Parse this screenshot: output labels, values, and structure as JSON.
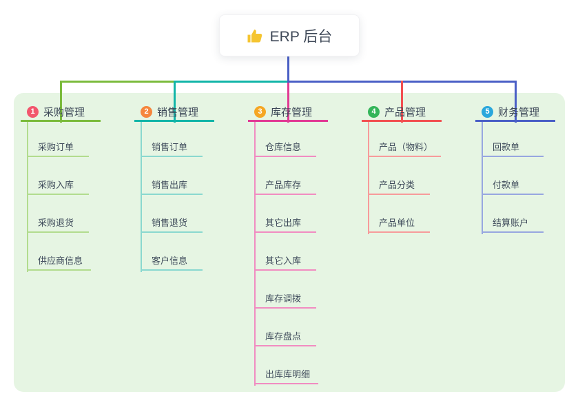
{
  "root": {
    "title": "ERP 后台",
    "icon": "thumbs-up-icon",
    "icon_color": "#f5c531",
    "connector_color": "#4a5fc6"
  },
  "panel": {
    "background_color": "#e6f5e3"
  },
  "branches": [
    {
      "num": "1",
      "label": "采购管理",
      "badge_color": "#f2566d",
      "line_color": "#7bbb3c",
      "child_line_color": "#b2dc8e",
      "children": [
        "采购订单",
        "采购入库",
        "采购退货",
        "供应商信息"
      ]
    },
    {
      "num": "2",
      "label": "销售管理",
      "badge_color": "#f6863d",
      "line_color": "#12b5a8",
      "child_line_color": "#8ad8cf",
      "children": [
        "销售订单",
        "销售出库",
        "销售退货",
        "客户信息"
      ]
    },
    {
      "num": "3",
      "label": "库存管理",
      "badge_color": "#f5a623",
      "line_color": "#e13a94",
      "child_line_color": "#f18cc1",
      "children": [
        "仓库信息",
        "产品库存",
        "其它出库",
        "其它入库",
        "库存调拨",
        "库存盘点",
        "出库库明细"
      ]
    },
    {
      "num": "4",
      "label": "产品管理",
      "badge_color": "#34b55a",
      "line_color": "#f25051",
      "child_line_color": "#f79b9b",
      "children": [
        "产品（物料）",
        "产品分类",
        "产品单位"
      ]
    },
    {
      "num": "5",
      "label": "财务管理",
      "badge_color": "#2aa7dc",
      "line_color": "#4a5fc6",
      "child_line_color": "#97a6e0",
      "children": [
        "回款单",
        "付款单",
        "结算账户"
      ]
    }
  ]
}
